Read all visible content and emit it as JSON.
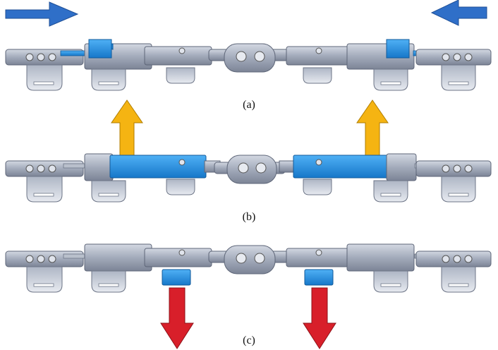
{
  "panels": [
    {
      "label": "(a)",
      "state": "locked",
      "blue_slider": "ends-pushed-inward"
    },
    {
      "label": "(b)",
      "state": "lifted",
      "blue_slider": "shifted-toward-center"
    },
    {
      "label": "(c)",
      "state": "released",
      "blue_slider": "dropped-below"
    }
  ],
  "arrows": {
    "push": {
      "color": "#2f6fc8",
      "count": 2,
      "direction": "inward"
    },
    "lift": {
      "color": "#f5b412",
      "count": 2,
      "direction": "up"
    },
    "drop": {
      "color": "#d81f2a",
      "count": 2,
      "direction": "down"
    }
  },
  "colors": {
    "body": "#9aa3b4",
    "body_light": "#c5ccd8",
    "body_dark": "#6d7587",
    "blue_part": "#1f8fe0",
    "background": "#ffffff"
  }
}
